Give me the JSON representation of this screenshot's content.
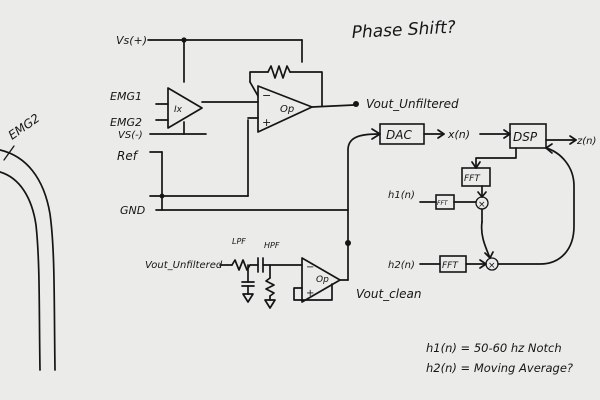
{
  "title": "Phase Shift?",
  "left_labels": {
    "emg2_side": "EMG2",
    "vs_pos": "Vs(+)",
    "emg1": "EMG1",
    "emg2": "EMG2",
    "vs_neg": "VS(-)",
    "ref": "Ref",
    "gnd": "GND"
  },
  "components": {
    "inamp": "Ix",
    "opamp_top": "Op",
    "opamp_filter": "Op",
    "dac": "DAC",
    "dsp": "DSP",
    "fft1": "FFT",
    "fft_h1": "FFT",
    "fft_h2": "FFT",
    "lpf": "LPF",
    "hpf": "HPF"
  },
  "signals": {
    "vout_unfiltered": "Vout_Unfiltered",
    "vout_unfiltered_in": "Vout_Unfiltered",
    "vout_clean": "Vout_clean",
    "x_n": "x(n)",
    "z_n": "z(n)",
    "h1_n": "h1(n)",
    "h2_n": "h2(n)",
    "plus": "+",
    "minus": "−",
    "times": "×"
  },
  "notes": {
    "line1": "h1(n) = 50-60 hz Notch",
    "line2": "h2(n) = Moving Average?"
  }
}
